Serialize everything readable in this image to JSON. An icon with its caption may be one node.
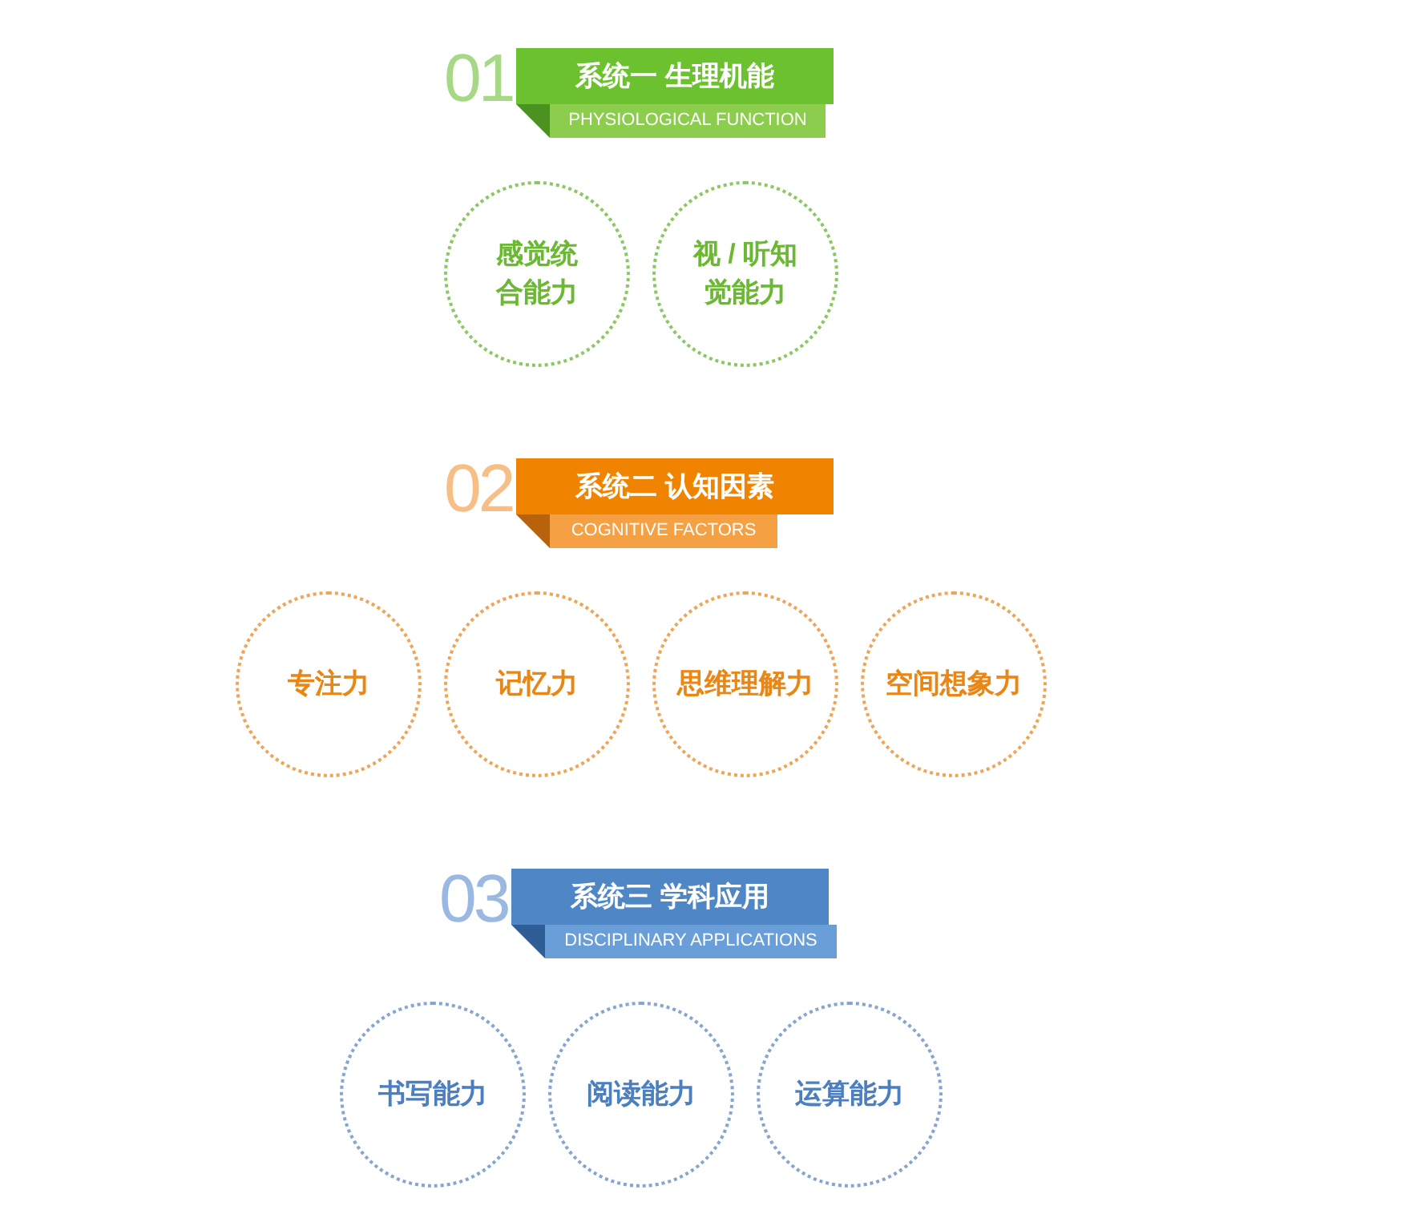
{
  "diagram": {
    "nodes": [
      {
        "text": [
          "系统一 生理机能",
          "PHYSIOLOGICAL FUNCTION"
        ],
        "beside": [
          "01"
        ]
      },
      {
        "text": [
          "感觉统合能力"
        ]
      },
      {
        "text": [
          "视 / 听知觉能力"
        ]
      },
      {
        "text": [
          "系统二 认知因素",
          "COGNITIVE FACTORS"
        ],
        "beside": [
          "02"
        ]
      },
      {
        "text": [
          "专注力"
        ]
      },
      {
        "text": [
          "记忆力"
        ]
      },
      {
        "text": [
          "思维理解力"
        ]
      },
      {
        "text": [
          "空间想象力"
        ]
      },
      {
        "text": [
          "系统三 学科应用",
          "DISCIPLINARY APPLICATIONS"
        ],
        "beside": [
          "03"
        ]
      },
      {
        "text": [
          "书写能力"
        ]
      },
      {
        "text": [
          "阅读能力"
        ]
      },
      {
        "text": [
          "运算能力"
        ]
      }
    ]
  }
}
